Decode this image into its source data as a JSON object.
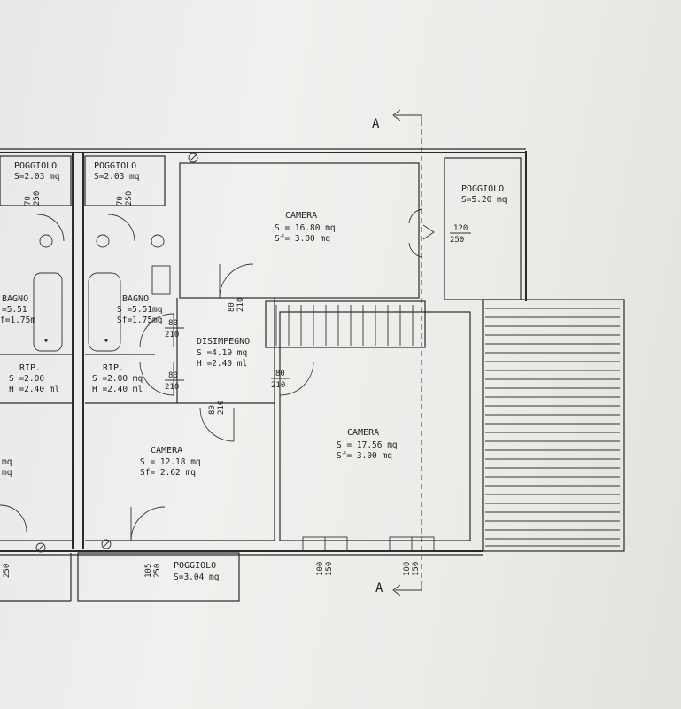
{
  "section_mark": "A",
  "rooms": {
    "poggiolo_left": {
      "name": "POGGIOLO",
      "s": "S=2.03 mq"
    },
    "poggiolo_mid": {
      "name": "POGGIOLO",
      "s": "S=2.03 mq"
    },
    "poggiolo_right": {
      "name": "POGGIOLO",
      "s": "S=5.20 mq"
    },
    "poggiolo_bottom": {
      "name": "POGGIOLO",
      "s": "S=3.04 mq"
    },
    "camera_top": {
      "name": "CAMERA",
      "s": "S = 16.80 mq",
      "sf": "Sf= 3.00 mq"
    },
    "camera_right": {
      "name": "CAMERA",
      "s": "S = 17.56 mq",
      "sf": "Sf= 3.00 mq"
    },
    "camera_bottom": {
      "name": "CAMERA",
      "s": "S = 12.18 mq",
      "sf": "Sf= 2.62 mq"
    },
    "camera_left_partial": {
      "s": "mq",
      "sf": "mq"
    },
    "bagno_left": {
      "name": "BAGNO",
      "s": "=5.51",
      "sf": "f=1.75m"
    },
    "bagno_mid": {
      "name": "BAGNO",
      "s": "S =5.51mq",
      "sf": "Sf=1.75mq"
    },
    "disimpegno": {
      "name": "DISIMPEGNO",
      "s": "S =4.19 mq",
      "h": "H =2.40 ml"
    },
    "rip_left": {
      "name": "RIP.",
      "s": "S =2.00",
      "h": "H =2.40 ml"
    },
    "rip_mid": {
      "name": "RIP.",
      "s": "S =2.00 mq",
      "h": "H =2.40 ml"
    }
  },
  "openings": {
    "d1": {
      "w": "70",
      "h": "250"
    },
    "d2": {
      "w": "70",
      "h": "250"
    },
    "d3": {
      "w": "80",
      "h": "210"
    },
    "d4": {
      "w": "80",
      "h": "210"
    },
    "d5": {
      "w": "80",
      "h": "210"
    },
    "d6": {
      "w": "80",
      "h": "210"
    },
    "d7": {
      "w": "80",
      "h": "210"
    },
    "d8": {
      "w": "120",
      "h": "250"
    },
    "d9": {
      "w": "105",
      "h": "250"
    },
    "d10": {
      "w": "100",
      "h": "150"
    },
    "d11": {
      "w": "100",
      "h": "150"
    },
    "d12": {
      "h": "250"
    }
  }
}
